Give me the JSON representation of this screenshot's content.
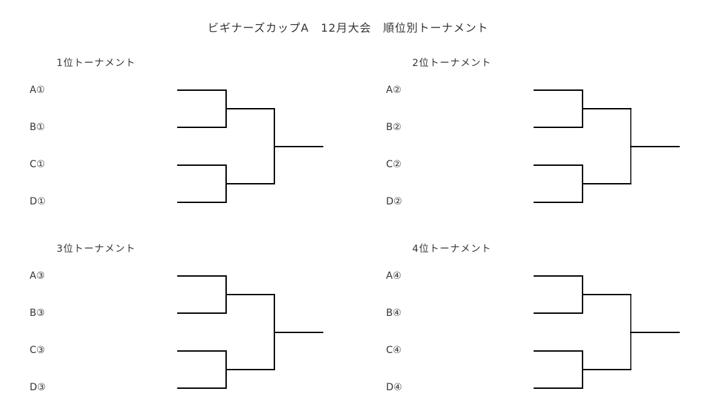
{
  "page": {
    "title": "ビギナーズカップA　12月大会　順位別トーナメント"
  },
  "brackets": [
    {
      "title": "1位トーナメント",
      "teams": [
        "A①",
        "B①",
        "C①",
        "D①"
      ]
    },
    {
      "title": "2位トーナメント",
      "teams": [
        "A②",
        "B②",
        "C②",
        "D②"
      ]
    },
    {
      "title": "3位トーナメント",
      "teams": [
        "A③",
        "B③",
        "C③",
        "D③"
      ]
    },
    {
      "title": "4位トーナメント",
      "teams": [
        "A④",
        "B④",
        "C④",
        "D④"
      ]
    }
  ],
  "colors": {
    "line": "#000000",
    "text": "#333333",
    "background": "#ffffff"
  }
}
